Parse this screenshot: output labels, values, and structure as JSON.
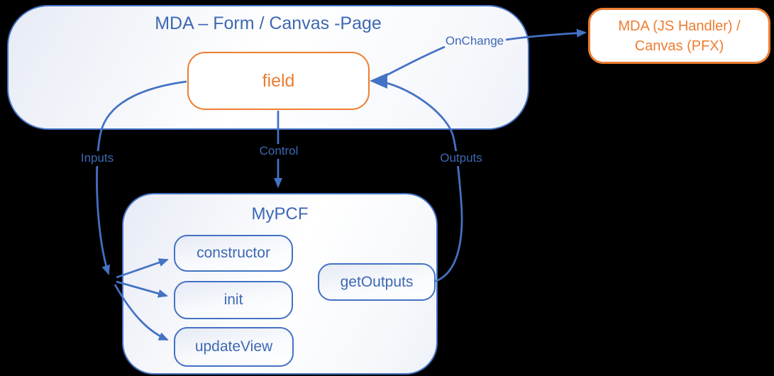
{
  "diagram": {
    "colors": {
      "blue_stroke": "#4472C4",
      "blue_text": "#3E68B2",
      "orange": "#ED7D31",
      "background": "#000000"
    },
    "mda_box": {
      "title": "MDA – Form / Canvas -Page"
    },
    "field_box": {
      "label": "field"
    },
    "handler_box": {
      "line1": "MDA (JS Handler) /",
      "line2": "Canvas (PFX)"
    },
    "mypcf_box": {
      "title": "MyPCF",
      "methods": [
        "constructor",
        "init",
        "updateView"
      ],
      "getoutputs_label": "getOutputs"
    },
    "edge_labels": {
      "inputs": "Inputs",
      "control": "Control",
      "outputs": "Outputs",
      "onchange": "OnChange"
    }
  }
}
